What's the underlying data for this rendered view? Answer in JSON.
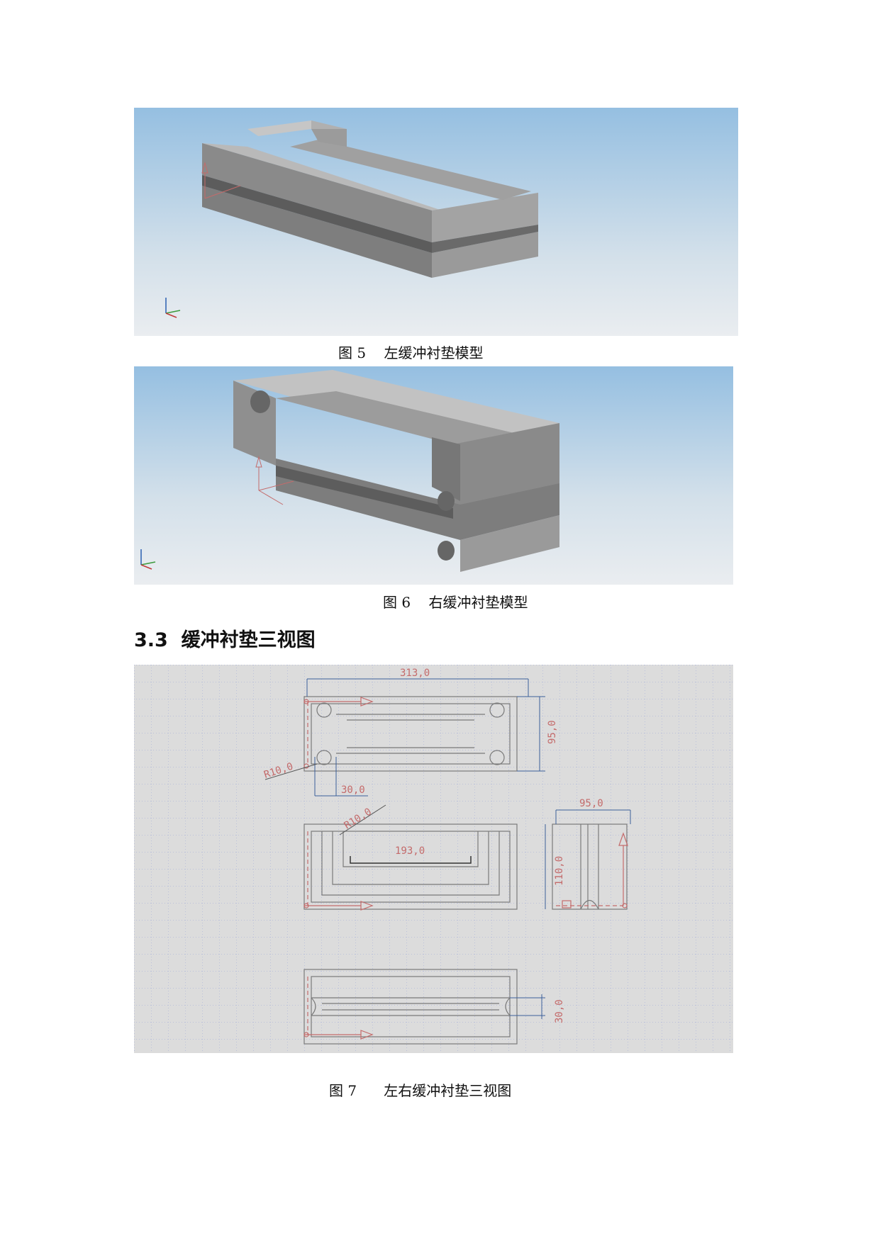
{
  "figure5": {
    "caption": "图 5    左缓冲衬垫模型"
  },
  "figure6": {
    "caption": "图 6    右缓冲衬垫模型"
  },
  "section": {
    "heading": "3.3  缓冲衬垫三视图"
  },
  "figure7": {
    "caption": "图 7      左右缓冲衬垫三视图",
    "dims": {
      "width_top": "313,0",
      "height_top": "95,0",
      "radius_top": "R10,0",
      "offset_top": "30,0",
      "radius_front": "R10,0",
      "inner_front": "193,0",
      "width_side": "95,0",
      "height_side": "110,0",
      "slot_bottom": "30,0"
    }
  },
  "colors": {
    "sky_top": "#98c0e0",
    "sky_bottom": "#e9eef2",
    "grid_bg": "#dcdcdc",
    "dim": "#c46b6b",
    "dim_blue": "#3b5f9a"
  }
}
